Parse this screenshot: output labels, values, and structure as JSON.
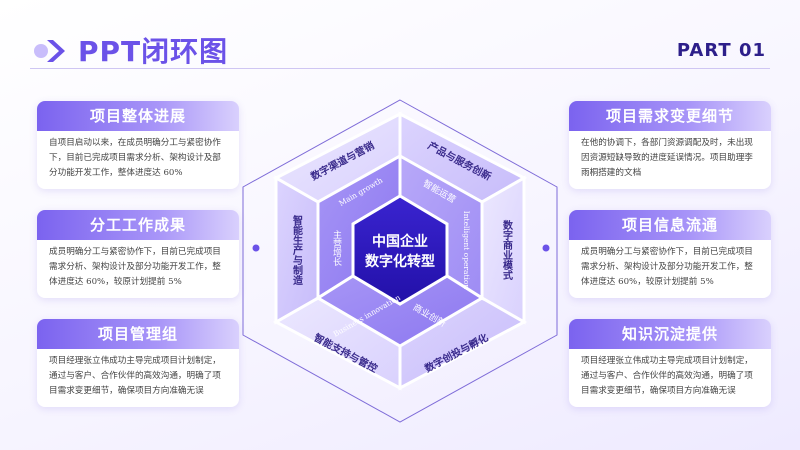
{
  "header": {
    "title": "PPT闭环图",
    "part_label": "PART 01"
  },
  "left_cards": [
    {
      "title": "项目整体进展",
      "body": "自项目启动以来，在成员明确分工与紧密协作下，目前已完成项目需求分析、架构设计及部分功能开发工作，整体进度达 60%"
    },
    {
      "title": "分工工作成果",
      "body": "成员明确分工与紧密协作下，目前已完成项目需求分析、架构设计及部分功能开发工作，整体进度达 60%，较原计划提前 5%"
    },
    {
      "title": "项目管理组",
      "body": "项目经理张立伟成功主导完成项目计划制定，通过与客户、合作伙伴的高效沟通，明确了项目需求变更细节，确保项目方向准确无误"
    }
  ],
  "right_cards": [
    {
      "title": "项目需求变更细节",
      "body": "在他的协调下，各部门资源调配及时，未出现因资源短缺导致的进度延误情况。项目助理李雨桐搭建的文档"
    },
    {
      "title": "项目信息流通",
      "body": "成员明确分工与紧密协作下，目前已完成项目需求分析、架构设计及部分功能开发工作，整体进度达 60%，较原计划提前 5%"
    },
    {
      "title": "知识沉淀提供",
      "body": "项目经理张立伟成功主导完成项目计划制定，通过与客户、合作伙伴的高效沟通，明确了项目需求变更细节，确保项目方向准确无误"
    }
  ],
  "hexagon": {
    "center_line1": "中国企业",
    "center_line2": "数字化转型",
    "outer": {
      "top_left": "数字渠道与营销",
      "top_right": "产品与服务创新",
      "right": "数字商业模式",
      "bottom_right": "数字创投与孵化",
      "bottom_left": "智能支持与管控",
      "left": "智能生产与制造"
    },
    "inner": {
      "top_left_cn": "主营增长",
      "top_left_en": "Main growth",
      "top_right_cn": "智能运营",
      "top_right_en": "Intelligent operation",
      "bottom_cn": "商业创新",
      "bottom_en": "Business innovation"
    }
  },
  "colors": {
    "accent": "#6b52e8",
    "dark": "#2d1f8a",
    "center": "#2a16c0",
    "light": "#e6e0fe",
    "mid": "#b7a8f8"
  }
}
